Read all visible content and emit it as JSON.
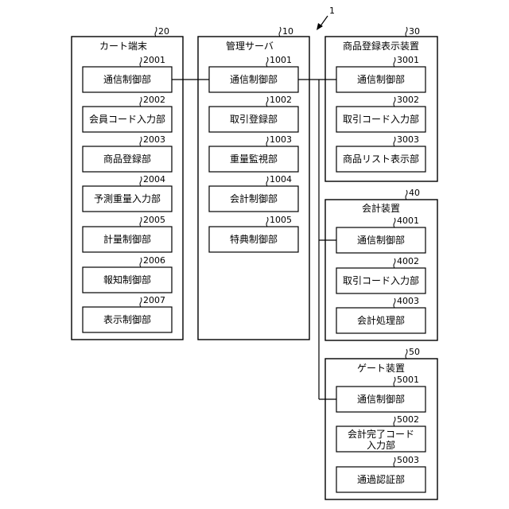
{
  "system": {
    "ref": "1"
  },
  "cart_terminal": {
    "title": "カート端末",
    "ref": "20",
    "components": [
      {
        "ref": "2001",
        "label": "通信制御部"
      },
      {
        "ref": "2002",
        "label": "会員コード入力部"
      },
      {
        "ref": "2003",
        "label": "商品登録部"
      },
      {
        "ref": "2004",
        "label": "予測重量入力部"
      },
      {
        "ref": "2005",
        "label": "計量制御部"
      },
      {
        "ref": "2006",
        "label": "報知制御部"
      },
      {
        "ref": "2007",
        "label": "表示制御部"
      }
    ]
  },
  "management_server": {
    "title": "管理サーバ",
    "ref": "10",
    "components": [
      {
        "ref": "1001",
        "label": "通信制御部"
      },
      {
        "ref": "1002",
        "label": "取引登録部"
      },
      {
        "ref": "1003",
        "label": "重量監視部"
      },
      {
        "ref": "1004",
        "label": "会計制御部"
      },
      {
        "ref": "1005",
        "label": "特典制御部"
      }
    ]
  },
  "product_registration_display": {
    "title": "商品登録表示装置",
    "ref": "30",
    "components": [
      {
        "ref": "3001",
        "label": "通信制御部"
      },
      {
        "ref": "3002",
        "label": "取引コード入力部"
      },
      {
        "ref": "3003",
        "label": "商品リスト表示部"
      }
    ]
  },
  "checkout_device": {
    "title": "会計装置",
    "ref": "40",
    "components": [
      {
        "ref": "4001",
        "label": "通信制御部"
      },
      {
        "ref": "4002",
        "label": "取引コード入力部"
      },
      {
        "ref": "4003",
        "label": "会計処理部"
      }
    ]
  },
  "gate_device": {
    "title": "ゲート装置",
    "ref": "50",
    "components": [
      {
        "ref": "5001",
        "label": "通信制御部"
      },
      {
        "ref": "5002",
        "label_line1": "会計完了コード",
        "label_line2": "入力部"
      },
      {
        "ref": "5003",
        "label": "通過認証部"
      }
    ]
  }
}
